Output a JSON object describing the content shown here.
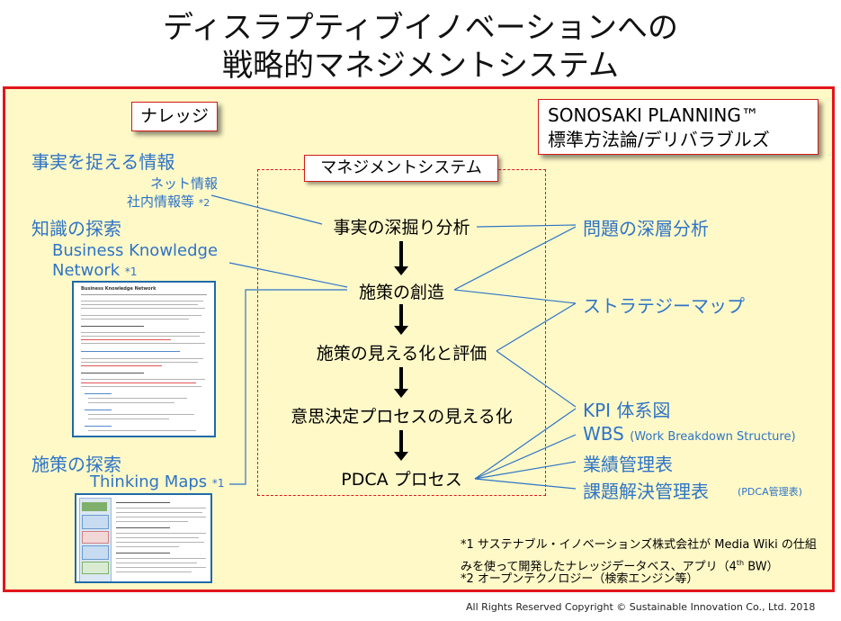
{
  "title": {
    "line1": "ディスラプティブイノベーションへの",
    "line2": "戦略的マネジメントシステム"
  },
  "knowledge_label": "ナレッジ",
  "sonosaki": {
    "line1": "SONOSAKI PLANNING™",
    "line2": "標準方法論/デリバラブルズ"
  },
  "left": {
    "facts_heading": "事実を捉える情報",
    "net_info": "ネット情報",
    "internal_info": "社内情報等",
    "internal_note": "*2",
    "knowledge_heading": "知識の探索",
    "bkn_line1": "Business Knowledge",
    "bkn_line2": "Network",
    "bkn_note": "*1",
    "measures_heading": "施策の探索",
    "thinking_maps": "Thinking Maps",
    "thinking_note": "*1"
  },
  "management": {
    "label": "マネジメントシステム",
    "steps": [
      "事実の深掘り分析",
      "施策の創造",
      "施策の見える化と評価",
      "意思決定プロセスの見える化",
      "PDCA プロセス"
    ]
  },
  "right": {
    "deep_analysis": "問題の深層分析",
    "strategy_map": "ストラテジーマップ",
    "kpi": "KPI 体系図",
    "wbs": "WBS",
    "wbs_sub": "(Work Breakdown Structure)",
    "performance": "業績管理表",
    "issues": "課題解決管理表",
    "issues_sub": "(PDCA管理表)"
  },
  "thumbnail": {
    "title": "Business Knowledge Network"
  },
  "footnotes": {
    "note1_line1": "*1 サステナブル・イノベーションズ株式会社が  Media Wiki の仕組",
    "note1_line2": "みを使って開発したナレッジデータベス、アプリ（4",
    "note1_sup": "th",
    "note1_end": " BW）",
    "note2": "*2 オープンテクノロジー（検索エンジン等）"
  },
  "copyright": "All Rights Reserved Copyright © Sustainable Innovation Co., Ltd.  2018",
  "colors": {
    "accent_red": "#e2161b",
    "blue_text": "#2e74c6",
    "background_yellow": "#fff9c8",
    "thumbnail_border": "#1f6aa9"
  }
}
